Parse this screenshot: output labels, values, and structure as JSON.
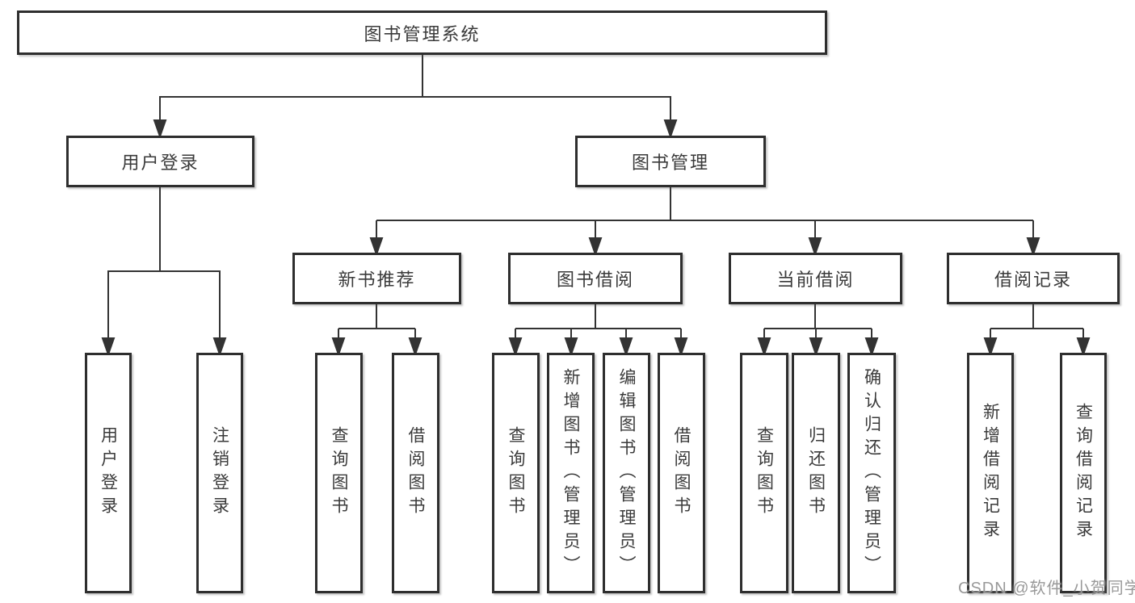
{
  "tree": {
    "root": {
      "label": "图书管理系统"
    },
    "level2": [
      {
        "label": "用户登录",
        "children": [
          {
            "label": "用户登录"
          },
          {
            "label": "注销登录"
          }
        ]
      },
      {
        "label": "图书管理",
        "children": [
          {
            "label": "新书推荐",
            "children": [
              {
                "label": "查询图书"
              },
              {
                "label": "借阅图书"
              }
            ]
          },
          {
            "label": "图书借阅",
            "children": [
              {
                "label": "查询图书"
              },
              {
                "label": "新增图书（管理员）"
              },
              {
                "label": "编辑图书（管理员）"
              },
              {
                "label": "借阅图书"
              }
            ]
          },
          {
            "label": "当前借阅",
            "children": [
              {
                "label": "查询图书"
              },
              {
                "label": "归还图书"
              },
              {
                "label": "确认归还（管理员）"
              }
            ]
          },
          {
            "label": "借阅记录",
            "children": [
              {
                "label": "新增借阅记录"
              },
              {
                "label": "查询借阅记录"
              }
            ]
          }
        ]
      }
    ]
  },
  "watermark": {
    "text": "CSDN @软件_小贺同学"
  },
  "colors": {
    "line": "#333333",
    "box_border": "#2e2e2e",
    "box_background": "#ffffff",
    "text": "#3a3a3a",
    "watermark": "#949494",
    "page_background": "#ffffff"
  }
}
